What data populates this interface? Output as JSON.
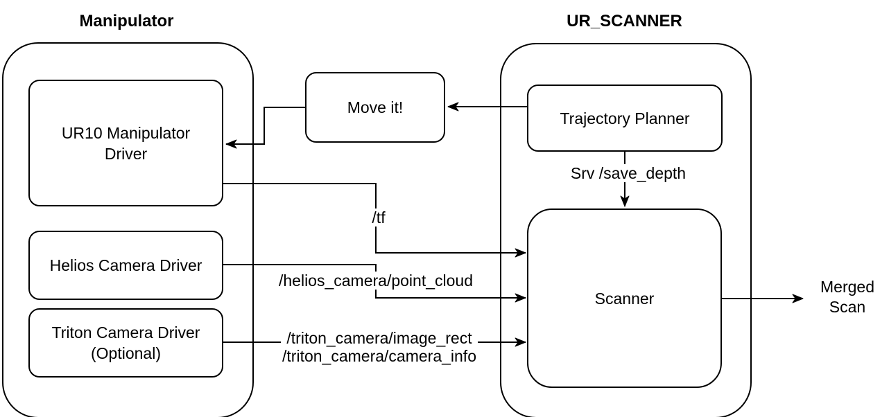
{
  "titles": {
    "manipulator": "Manipulator",
    "ur_scanner": "UR_SCANNER"
  },
  "nodes": {
    "ur10": {
      "line1": "UR10 Manipulator",
      "line2": "Driver"
    },
    "helios": {
      "label": "Helios Camera Driver"
    },
    "triton": {
      "line1": "Triton Camera Driver",
      "line2": "(Optional)"
    },
    "moveit": {
      "label": "Move it!"
    },
    "trajectory": {
      "label": "Trajectory Planner"
    },
    "scanner": {
      "label": "Scanner"
    }
  },
  "edge_labels": {
    "tf": "/tf",
    "helios_point_cloud": "/helios_camera/point_cloud",
    "triton_image_rect": "/triton_camera/image_rect",
    "triton_camera_info": "/triton_camera/camera_info",
    "save_depth": "Srv /save_depth"
  },
  "output": {
    "line1": "Merged",
    "line2": "Scan"
  },
  "edges": [
    {
      "from": "trajectory",
      "to": "moveit",
      "label": ""
    },
    {
      "from": "moveit",
      "to": "ur10",
      "label": ""
    },
    {
      "from": "ur10",
      "to": "scanner",
      "label": "/tf"
    },
    {
      "from": "helios",
      "to": "scanner",
      "label": "/helios_camera/point_cloud"
    },
    {
      "from": "triton",
      "to": "scanner",
      "label": "/triton_camera/image_rect /triton_camera/camera_info"
    },
    {
      "from": "trajectory",
      "to": "scanner",
      "label": "Srv /save_depth"
    },
    {
      "from": "scanner",
      "to": "merged-scan-output",
      "label": "Merged Scan"
    }
  ],
  "colors": {
    "stroke": "#000000",
    "fill": "#ffffff",
    "text": "#000000"
  }
}
